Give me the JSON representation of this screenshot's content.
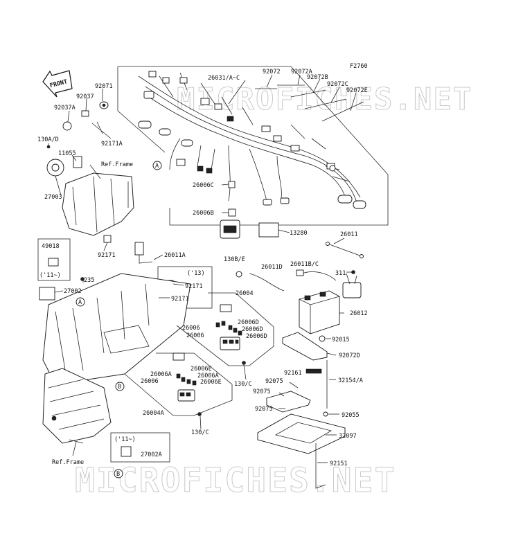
{
  "diagram": {
    "code": "F2760",
    "direction_arrow": "FRONT",
    "watermark_top": "MICROFICHES.NET",
    "watermark_bottom": "MICROFICHES.NET",
    "ref_frame_top": "Ref.Frame",
    "ref_frame_bottom": "Ref.Frame",
    "callouts": {
      "a1": "A",
      "a2": "A",
      "b1": "B",
      "b2": "B",
      "b3": "B"
    },
    "notes": {
      "n11a": "('11~)",
      "n13": "('13)",
      "n11b": "('11~)"
    },
    "parts": {
      "p26031": "26031/A~C",
      "p92072": "92072",
      "p92072A": "92072A",
      "p92072B": "92072B",
      "p92072C": "92072C",
      "p92072E": "92072E",
      "p92071": "92071",
      "p92037": "92037",
      "p92037A": "92037A",
      "p92171A": "92171A",
      "p130AD": "130A/D",
      "p11055": "11055",
      "p27003": "27003",
      "p26006C": "26006C",
      "p26006B": "26006B",
      "p13280": "13280",
      "p26011": "26011",
      "p49018": "49018",
      "p92171a": "92171",
      "p26011A": "26011A",
      "p130BE": "130B/E",
      "p26011D": "26011D",
      "p26011BC": "26011B/C",
      "p311": "311",
      "p27002": "27002",
      "p235": "235",
      "p92171b": "92171",
      "p92171c": "92171",
      "p26004": "26004",
      "p26012": "26012",
      "p26006a": "26006",
      "p26006D1": "26006D",
      "p26006D2": "26006D",
      "p26006b": "26006",
      "p26006D3": "26006D",
      "p92015": "92015",
      "p92072D": "92072D",
      "p26006A1": "26006A",
      "p26006E1": "26006E",
      "p26006A2": "26006A",
      "p26006c": "26006",
      "p26006E2": "26006E",
      "p130C1": "130/C",
      "p92161": "92161",
      "p92075a": "92075",
      "p32154A": "32154/A",
      "p92075b": "92075",
      "p92075c": "92075",
      "p26004A": "26004A",
      "p92055": "92055",
      "p130C2": "130/C",
      "p32097": "32097",
      "p27002A": "27002A",
      "p92151": "92151"
    }
  }
}
